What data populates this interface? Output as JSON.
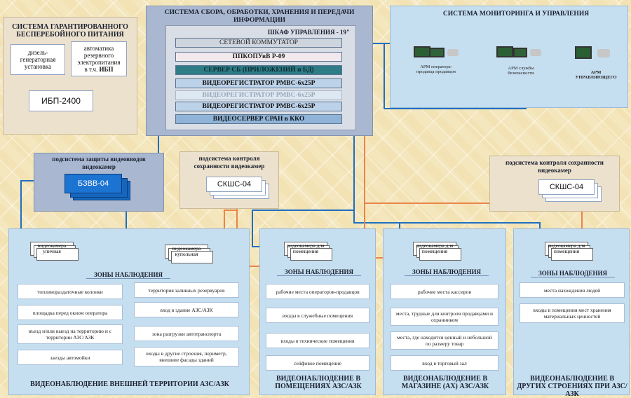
{
  "ups_system": {
    "title": "СИСТЕМА ГАРАНТИРОВАННОГО БЕСПЕРЕБОЙНОГО ПИТАНИЯ",
    "diesel": "дизель-генераторная установка",
    "automatics_line1": "автоматика резервного электропитания",
    "automatics_line2_prefix": "в т.ч.",
    "automatics_line2_bold": "ИБП",
    "ups_model": "ИБП-2400"
  },
  "processing_system": {
    "title": "СИСТЕМА СБОРА, ОБРАБОТКИ, ХРАНЕНИЯ И ПЕРЕДАЧИ ИНФОРМАЦИИ",
    "cabinet_title": "ШКАФ УПРАВЛЕНИЯ - 19\"",
    "switch": "СЕТЕВОЙ КОММУТАТОР",
    "ppkop": "ППКОПУвВ Р-09",
    "server": "СЕРВЕР СБ (ПРИЛОЖЕНИЙ и БД)",
    "dvr1": "ВИДЕОРЕГИСТРАТОР РМВС-6х25Р",
    "dvr_ghost": "ВИДЕОРЕГИСТРАТОР РМВС-6х25Р",
    "dvr2": "ВИДЕОРЕГИСТРАТОР РМВС-6х25Р",
    "videoserver": "ВИДЕОСЕРВЕР СРАН в ККО"
  },
  "monitoring_system": {
    "title": "СИСТЕМА МОНИТОРИНГА И УПРАВЛЕНИЯ",
    "arms": [
      "АРМ оператора-продавца продавцов",
      "АРМ службы безопасности",
      "АРМ УПРАВЛЯЮЩЕГО"
    ]
  },
  "protection_subsystem": {
    "title": "подсистема защиты видеовводов видеокамер",
    "device": "БЗВВ-04"
  },
  "integrity_subsystem": {
    "title": "подсистема контроля сохранности видеокамер",
    "device": "СКШС-04"
  },
  "integrity_subsystem_2": {
    "title": "подсистема контроля сохранности видеокамер",
    "device": "СКШС-04"
  },
  "outdoor": {
    "cam_street": "видеокамера уличная",
    "cam_dome": "видеокамера купольная",
    "zones_title": "ЗОНЫ НАБЛЮДЕНИЯ",
    "zones_left": [
      "топливораздаточные колонки",
      "площадка перед окном оператора",
      "въезд и/или выезд на территорию и с территории АЗС/АЗК",
      "заезды автомойки"
    ],
    "zones_right": [
      "территория заливных резервуаров",
      "вход в здание АЗС/АЗК",
      "зона разгрузки автотранспорта",
      "входы в другие строения, периметр, внешние фасады зданий"
    ],
    "footer": "ВИДЕОНАБЛЮДЕНИЕ ВНЕШНЕЙ ТЕРРИТОРИИ АЗС/АЗК"
  },
  "indoor": {
    "cam": "видеокамера для помещения",
    "zones_title": "ЗОНЫ НАБЛЮДЕНИЯ",
    "zones": [
      "рабочие места операторов-продавцов",
      "входы в служебные помещения",
      "входы в технические помещения",
      "сейфовое помещение"
    ],
    "footer": "ВИДЕОНАБЛЮДЕНИЕ В ПОМЕЩЕНИЯХ АЗС/АЗК"
  },
  "shop": {
    "cam": "видеокамера для помещения",
    "zones_title": "ЗОНЫ НАБЛЮДЕНИЯ",
    "zones": [
      "рабочие места кассиров",
      "места, трудные для контроля продавцами и охранником",
      "места, где находится ценный и небольшой по размеру товар",
      "вход в торговый зал"
    ],
    "footer": "ВИДЕОНАБЛЮДЕНИЕ В МАГАЗИНЕ (АХ) АЗС/АЗК"
  },
  "other": {
    "cam": "видеокамера для помещения",
    "zones_title": "ЗОНЫ НАБЛЮДЕНИЯ",
    "zones": [
      "места нахождения людей",
      "входы в помещения мест хранения материальных ценностей"
    ],
    "footer": "ВИДЕОНАБЛЮДЕНИЕ В ДРУГИХ СТРОЕНИЯХ ПРИ АЗС/АЗК"
  },
  "colors": {
    "blue_line": "#1f6fc0",
    "orange_line": "#e8854a",
    "teal": "#2f7f8a"
  }
}
